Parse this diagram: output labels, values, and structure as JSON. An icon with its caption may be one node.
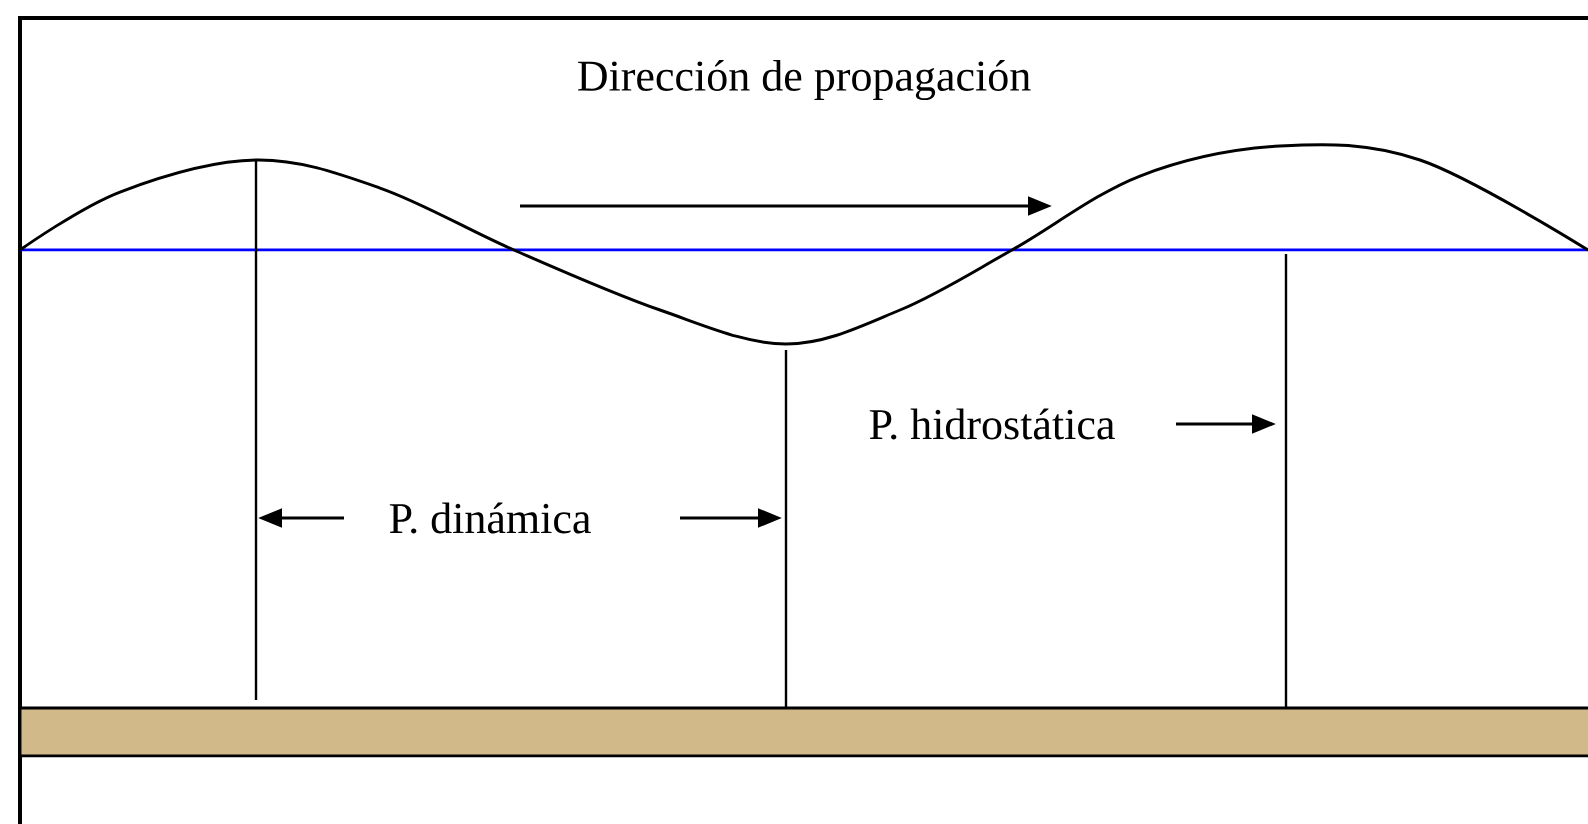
{
  "diagram": {
    "labels": [
      "Dirección de propagación",
      "P. dinámica",
      "P. hidrostática"
    ]
  }
}
